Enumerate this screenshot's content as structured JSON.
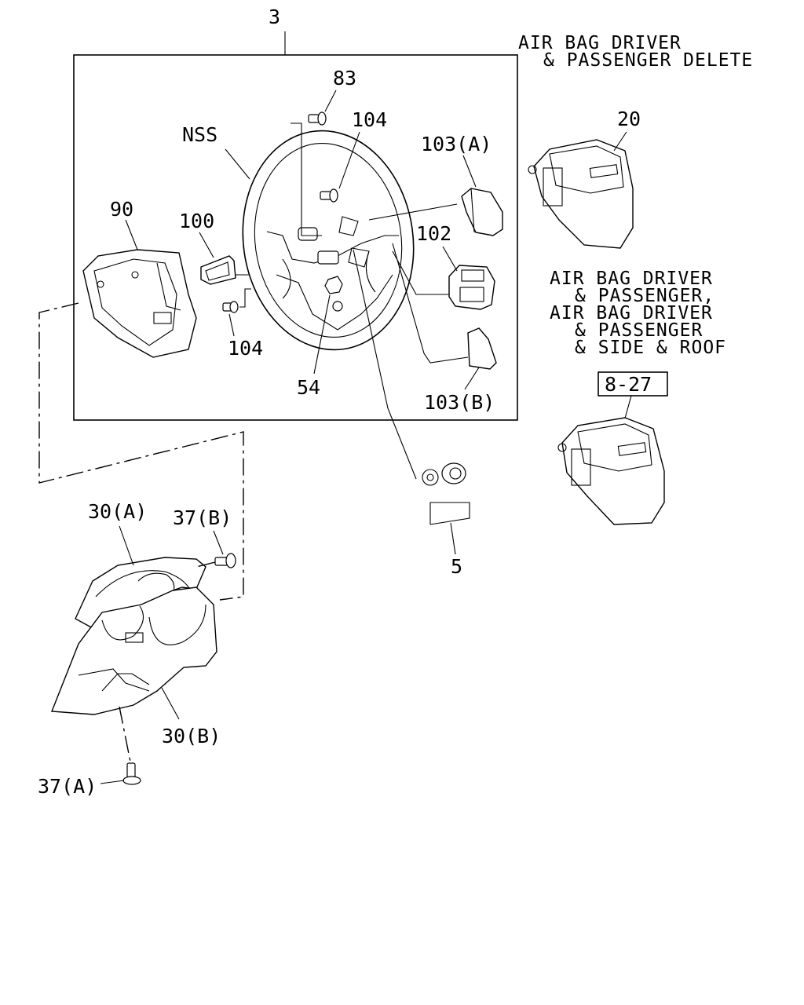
{
  "diagram": {
    "labels": {
      "assembly": "3",
      "nss": "NSS",
      "screw_top": "83",
      "bolt_upper": "104",
      "bolt_lower": "104",
      "cover_90": "90",
      "bracket_100": "100",
      "switch_102": "102",
      "cover_103a": "103(A)",
      "cover_103b": "103(B)",
      "nut_54": "54",
      "pad_20": "20",
      "washer_5": "5",
      "column_upper": "30(A)",
      "column_lower": "30(B)",
      "screw_37a": "37(A)",
      "screw_37b": "37(B)",
      "ref_box": "8-27"
    },
    "note_delete": [
      "AIR BAG DRIVER",
      "& PASSENGER DELETE"
    ],
    "note_airbag": [
      "AIR BAG DRIVER",
      "& PASSENGER,",
      "AIR BAG DRIVER",
      "& PASSENGER",
      "& SIDE & ROOF"
    ]
  }
}
